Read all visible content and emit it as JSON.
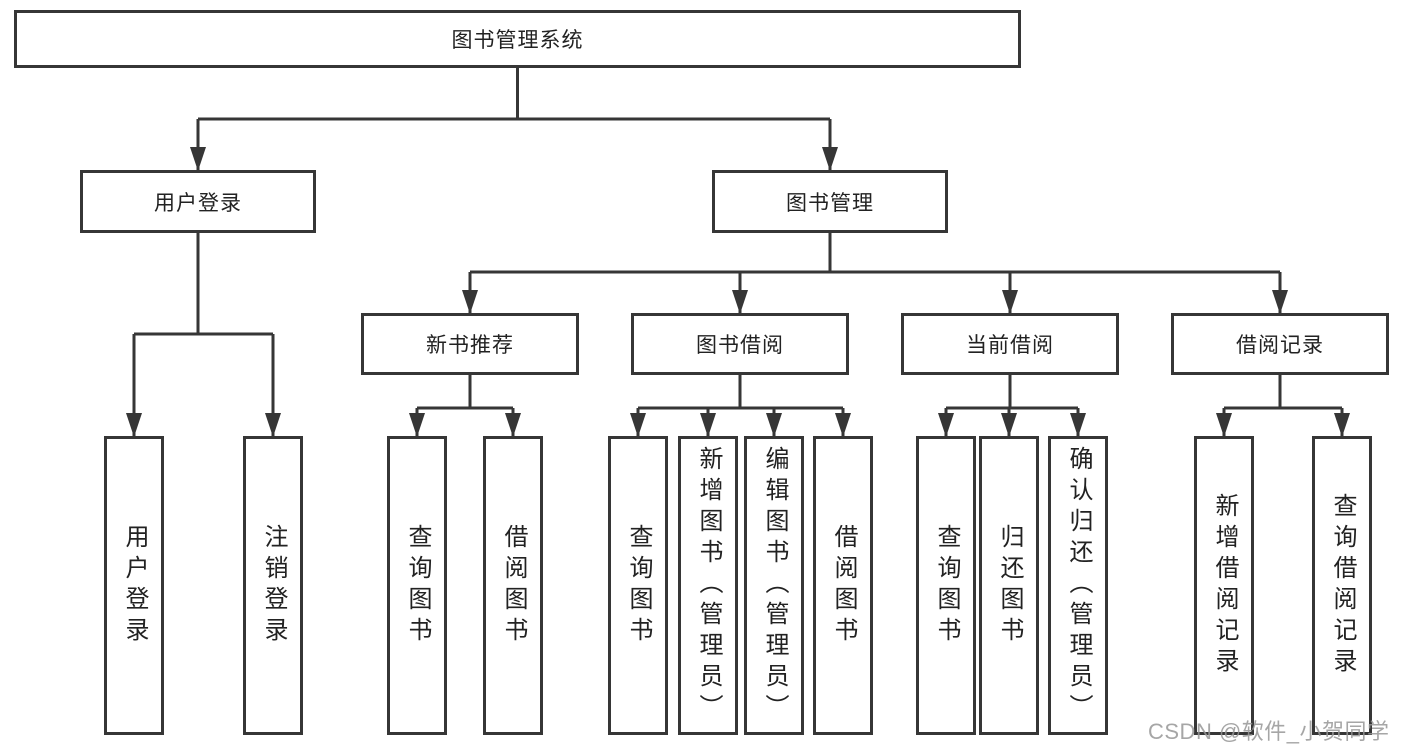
{
  "diagram": {
    "root": {
      "label": "图书管理系统",
      "children": [
        {
          "label": "用户登录",
          "children": [
            {
              "label": "用户登录"
            },
            {
              "label": "注销登录"
            }
          ]
        },
        {
          "label": "图书管理",
          "children": [
            {
              "label": "新书推荐",
              "children": [
                {
                  "label": "查询图书"
                },
                {
                  "label": "借阅图书"
                }
              ]
            },
            {
              "label": "图书借阅",
              "children": [
                {
                  "label": "查询图书"
                },
                {
                  "label": "新增图书（管理员）"
                },
                {
                  "label": "编辑图书（管理员）"
                },
                {
                  "label": "借阅图书"
                }
              ]
            },
            {
              "label": "当前借阅",
              "children": [
                {
                  "label": "查询图书"
                },
                {
                  "label": "归还图书"
                },
                {
                  "label": "确认归还（管理员）"
                }
              ]
            },
            {
              "label": "借阅记录",
              "children": [
                {
                  "label": "新增借阅记录"
                },
                {
                  "label": "查询借阅记录"
                }
              ]
            }
          ]
        }
      ]
    },
    "watermark": "CSDN @软件_小贺同学",
    "colors": {
      "line": "#363636",
      "text": "#222222",
      "background": "#ffffff",
      "watermark": "#969696"
    }
  }
}
